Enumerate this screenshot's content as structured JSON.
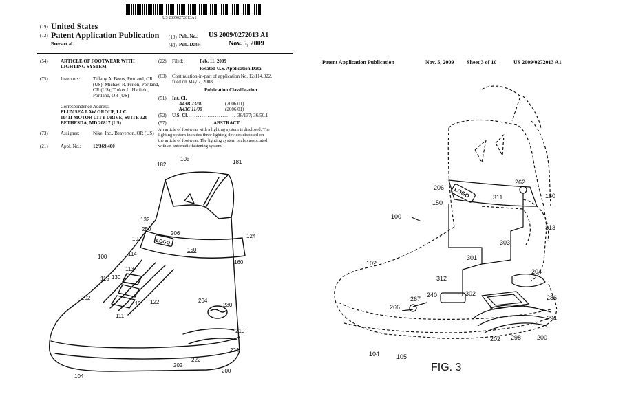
{
  "left_patent": {
    "barcode_text": "US 20090272013A1",
    "country_code": "(19)",
    "country": "United States",
    "type_code": "(12)",
    "type": "Patent Application Publication",
    "authors": "Beers et al.",
    "pubno_code": "(10)",
    "pubno_label": "Pub. No.:",
    "pubno": "US 2009/0272013 A1",
    "pubdate_code": "(43)",
    "pubdate_label": "Pub. Date:",
    "pubdate": "Nov. 5, 2009",
    "title_code": "(54)",
    "title": "ARTICLE OF FOOTWEAR WITH LIGHTING SYSTEM",
    "inventors_code": "(75)",
    "inventors_label": "Inventors:",
    "inventors_1": "Tiffany A. Beers, Portland, OR",
    "inventors_2": "(US); Michael R. Friton, Portland,",
    "inventors_3": "OR (US); Tinker L. Hatfield,",
    "inventors_4": "Portland, OR (US)",
    "corr_label": "Correspondence Address:",
    "corr_1": "PLUMSEA LAW GROUP, LLC",
    "corr_2": "10411 MOTOR CITY DRIVE, SUITE 320",
    "corr_3": "BETHESDA, MD 20817 (US)",
    "assignee_code": "(73)",
    "assignee_label": "Assignee:",
    "assignee": "Nike, Inc., Beaverton, OR (US)",
    "appl_code": "(21)",
    "appl_label": "Appl. No.:",
    "appl": "12/369,400",
    "filed_code": "(22)",
    "filed_label": "Filed:",
    "filed": "Feb. 11, 2009",
    "related_heading": "Related U.S. Application Data",
    "cont_code": "(63)",
    "cont_1": "Continuation-in-part of application No. 12/114,022,",
    "cont_2": "filed on May 2, 2008.",
    "pubclass_heading": "Publication Classification",
    "intcl_code": "(51)",
    "intcl_label": "Int. Cl.",
    "cl1": "A43B 23/00",
    "cl1_year": "(2006.01)",
    "cl2": "A43C 11/00",
    "cl2_year": "(2006.01)",
    "uscl_code": "(52)",
    "uscl_label": "U.S. Cl.",
    "uscl_value": "36/137; 36/50.1",
    "abstract_code": "(57)",
    "abstract_heading": "ABSTRACT",
    "abstract_1": "An article of footwear with a lighting system is disclosed. The",
    "abstract_2": "lighting system includes three lighting devices disposed on",
    "abstract_3": "the article of footwear. The lighting system is also associated",
    "abstract_4": "with an automatic fastening system.",
    "fig_labels": {
      "l105": "105",
      "l181": "181",
      "l182": "182",
      "l132": "132",
      "l250": "250",
      "l206": "206",
      "l124": "124",
      "l107": "107",
      "l150": "150",
      "l114": "114",
      "l160": "160",
      "l100": "100",
      "l113": "113",
      "l115": "115",
      "l130": "130",
      "l102": "102",
      "l112": "112",
      "l122": "122",
      "l204": "204",
      "l230": "230",
      "l111": "111",
      "l210": "210",
      "l224": "224",
      "l202": "202",
      "l222": "222",
      "l200": "200",
      "l104": "104",
      "logo": "LOGO"
    }
  },
  "right_patent": {
    "header_left": "Patent Application Publication",
    "header_date": "Nov. 5, 2009",
    "header_sheet": "Sheet 3 of 10",
    "header_pubno": "US 2009/0272013 A1",
    "fig_caption": "FIG. 3",
    "fig_labels": {
      "l262": "262",
      "l206": "206",
      "l311": "311",
      "l150": "150",
      "l160": "160",
      "l100": "100",
      "l313": "313",
      "l303": "303",
      "l301": "301",
      "l102": "102",
      "l204": "204",
      "l312": "312",
      "l240": "240",
      "l302": "302",
      "l286": "286",
      "l266": "266",
      "l267": "267",
      "l294": "294",
      "l202": "202",
      "l298": "298",
      "l200": "200",
      "l104": "104",
      "l105": "105",
      "logo": "LOGO"
    }
  }
}
